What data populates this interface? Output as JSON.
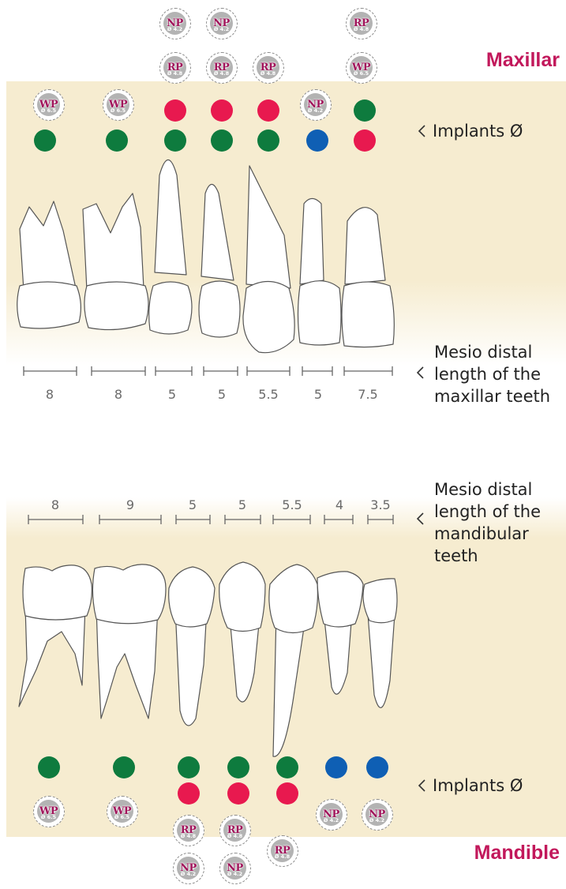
{
  "maxillar": {
    "title": "Maxillar",
    "implants_label": "Implants Ø",
    "length_label": [
      "Mesio distal",
      "length of the",
      "maxillar teeth"
    ],
    "lengths": [
      "8",
      "8",
      "5",
      "5",
      "5.5",
      "5",
      "7.5"
    ]
  },
  "mandible": {
    "title": "Mandible",
    "implants_label": "Implants Ø",
    "length_label": [
      "Mesio distal",
      "length of the",
      "mandibular",
      "teeth"
    ],
    "lengths": [
      "8",
      "9",
      "5",
      "5",
      "5.5",
      "4",
      "3.5"
    ]
  },
  "badges": {
    "np": {
      "code": "NP",
      "dia": "Ø 4.2"
    },
    "rp": {
      "code": "RP",
      "dia": "Ø 4.8"
    },
    "wp": {
      "code": "WP",
      "dia": "Ø 6.5"
    }
  },
  "colors": {
    "title": "#c2185b",
    "green": "#0e7b3e",
    "red": "#e8194f",
    "blue": "#0f5fb4",
    "panel": "#f6ecd0"
  },
  "icons": [
    "chevron-left-icon"
  ]
}
